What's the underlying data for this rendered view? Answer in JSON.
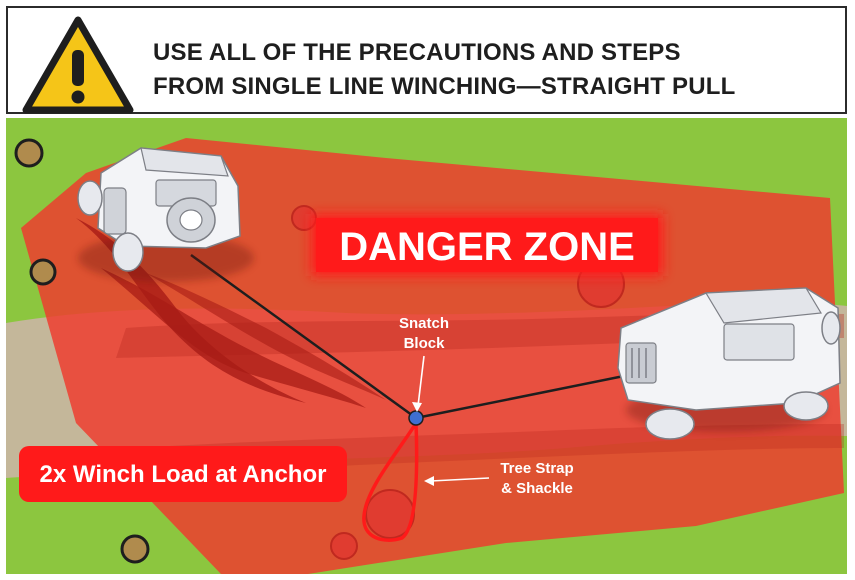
{
  "banner": {
    "line1": "USE ALL OF THE PRECAUTIONS AND STEPS",
    "line2": "FROM SINGLE LINE WINCHING—STRAIGHT PULL",
    "icon": "warning-triangle-icon"
  },
  "labels": {
    "danger_zone": "DANGER ZONE",
    "snatch_block_1": "Snatch",
    "snatch_block_2": "Block",
    "tree_strap_1": "Tree Strap",
    "tree_strap_2": "& Shackle",
    "winch_load": "2x Winch Load at Anchor"
  },
  "colors": {
    "grass": "#8cc63f",
    "dirt": "#c4b79a",
    "danger_zone": "#ee3b2f",
    "danger_label_bg": "#ff1a1a",
    "warning_yellow": "#f5c518",
    "snatch_block": "#3f6fd1"
  }
}
